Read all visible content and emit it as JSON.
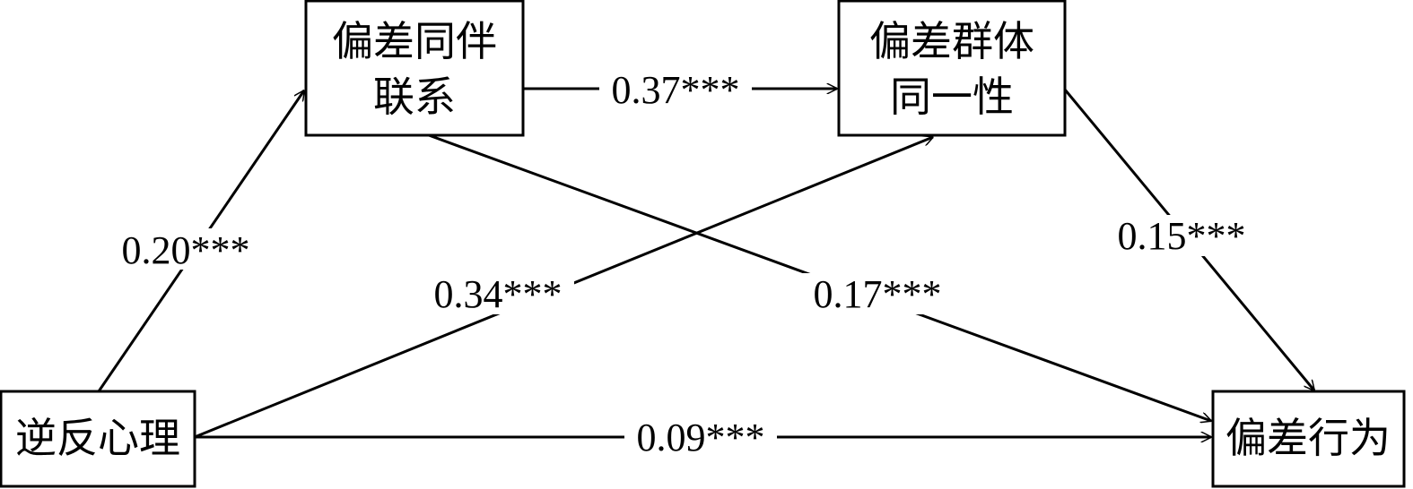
{
  "nodes": {
    "peer": {
      "line1": "偏差同伴",
      "line2": "联系"
    },
    "identity": {
      "line1": "偏差群体",
      "line2": "同一性"
    },
    "reactance": {
      "label": "逆反心理"
    },
    "behavior": {
      "label": "偏差行为"
    }
  },
  "edges": {
    "reactance_peer": "0.20***",
    "peer_identity": "0.37***",
    "reactance_identity": "0.34***",
    "peer_behavior": "0.17***",
    "identity_behavior": "0.15***",
    "reactance_behavior": "0.09***"
  }
}
